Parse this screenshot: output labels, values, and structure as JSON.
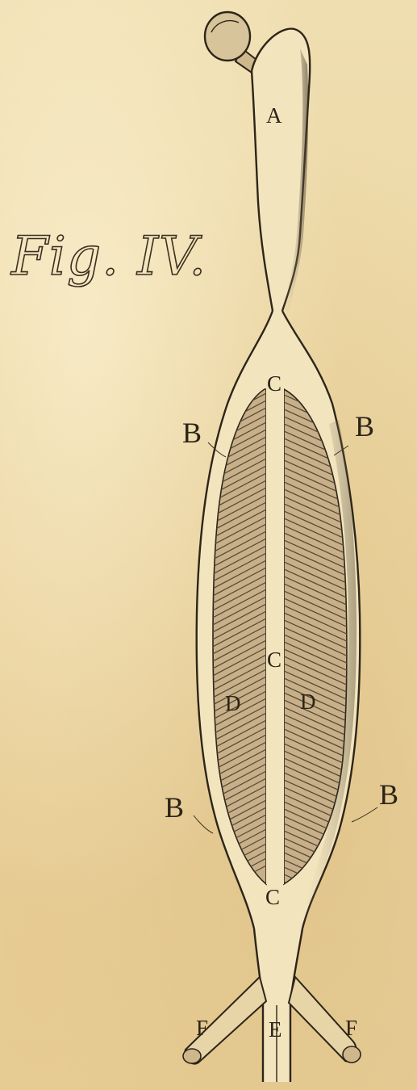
{
  "figure": {
    "title": "Fig. IV."
  },
  "labels": {
    "a": "A",
    "b_upper_left": "B",
    "b_upper_right": "B",
    "b_lower_left": "B",
    "b_lower_right": "B",
    "c_top": "C",
    "c_middle": "C",
    "c_bottom": "C",
    "d_left": "D",
    "d_right": "D",
    "e": "E",
    "f_left": "F",
    "f_right": "F"
  },
  "colors": {
    "paper": "#ecd9a6",
    "ink": "#2d2519",
    "hatching": "#5a4a34"
  }
}
